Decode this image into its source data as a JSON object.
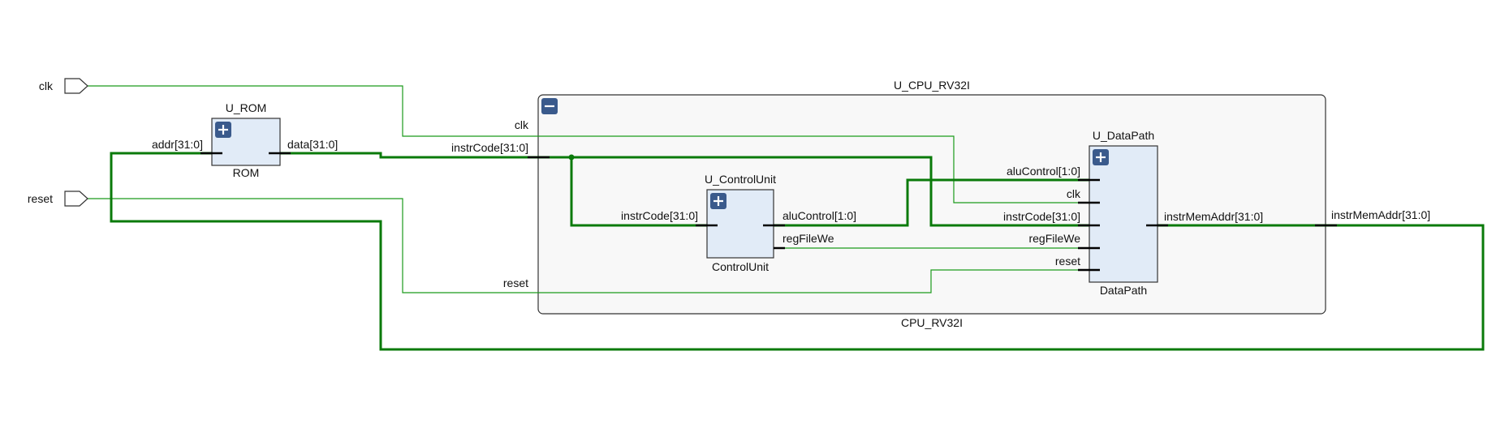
{
  "ports": {
    "clk": "clk",
    "reset": "reset"
  },
  "rom": {
    "instance": "U_ROM",
    "type": "ROM",
    "pin_addr": "addr[31:0]",
    "pin_data": "data[31:0]"
  },
  "cpu": {
    "instance": "U_CPU_RV32I",
    "type": "CPU_RV32I",
    "pin_clk": "clk",
    "pin_instrCode": "instrCode[31:0]",
    "pin_reset": "reset",
    "pin_instrMemAddr": "instrMemAddr[31:0]"
  },
  "control_unit": {
    "instance": "U_ControlUnit",
    "type": "ControlUnit",
    "pin_instrCode": "instrCode[31:0]",
    "pin_aluControl": "aluControl[1:0]",
    "pin_regFileWe": "regFileWe"
  },
  "datapath": {
    "instance": "U_DataPath",
    "type": "DataPath",
    "pin_aluControl": "aluControl[1:0]",
    "pin_clk": "clk",
    "pin_instrCode": "instrCode[31:0]",
    "pin_regFileWe": "regFileWe",
    "pin_reset": "reset",
    "pin_instrMemAddr": "instrMemAddr[31:0]"
  },
  "colors": {
    "wire": "#1b9a1b",
    "bus": "#0a7a0a",
    "block_fill": "#e1ebf7",
    "outer_fill": "#f8f8f8",
    "button": "#3a5a8c"
  },
  "icons": {
    "expand": "plus-icon",
    "collapse": "minus-icon",
    "input_port": "input-port-icon"
  }
}
